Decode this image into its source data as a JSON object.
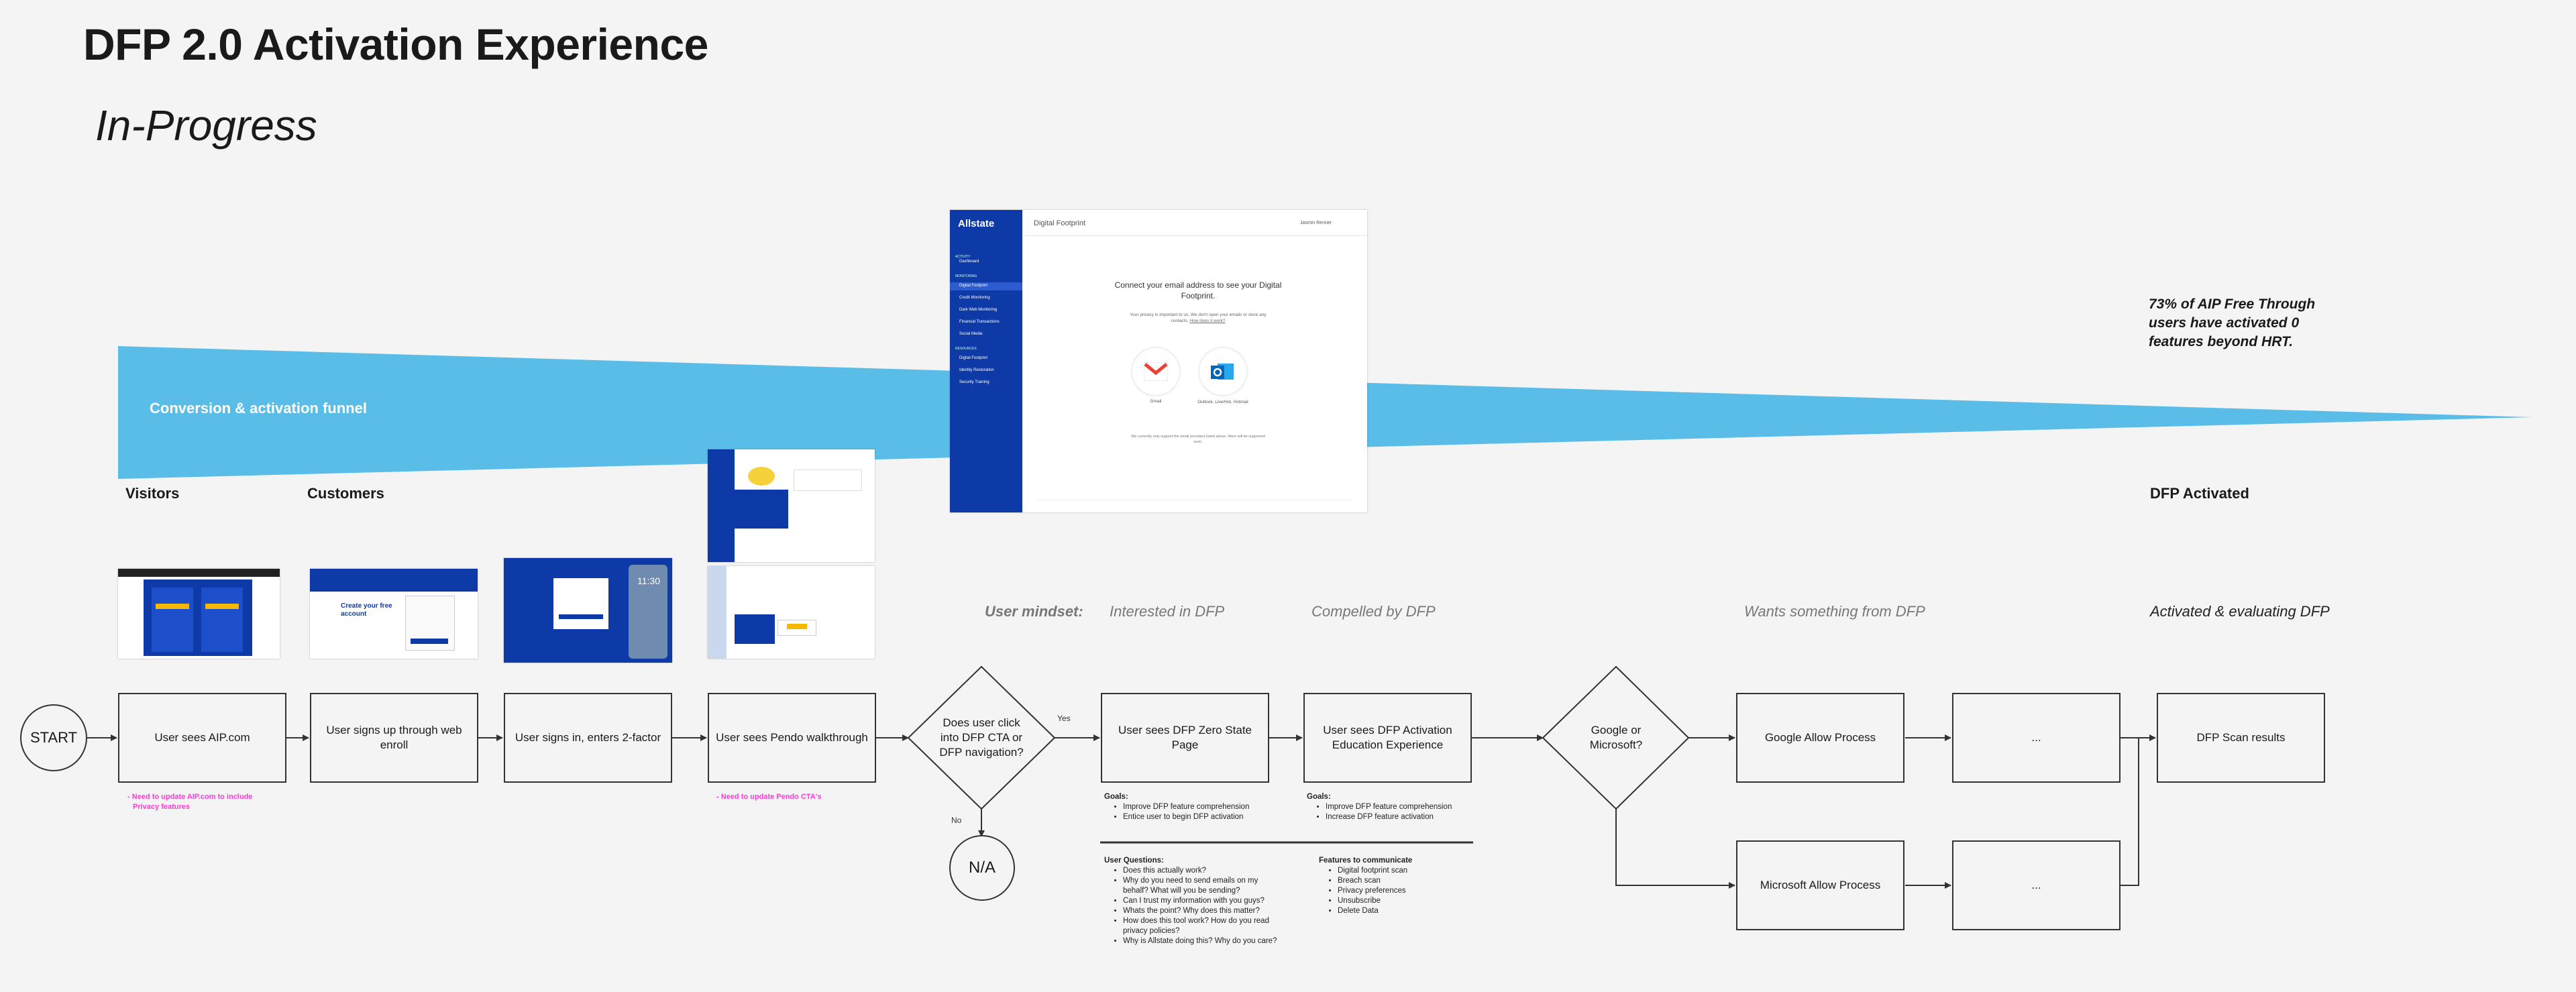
{
  "title": "DFP 2.0 Activation Experience",
  "subtitle": "In-Progress",
  "funnel": {
    "label": "Conversion & activation funnel",
    "color": "#5abde8"
  },
  "stages": {
    "visitors": "Visitors",
    "customers": "Customers",
    "activated": "DFP Activated"
  },
  "stat_note": "73% of AIP Free Through users have activated 0 features beyond HRT.",
  "mindset": {
    "label": "User mindset:",
    "interested": "Interested in DFP",
    "compelled": "Compelled by DFP",
    "wants": "Wants something from DFP",
    "activated": "Activated & evaluating DFP"
  },
  "flow": {
    "start": "START",
    "sees_aip": "User sees AIP.com",
    "signs_up": "User signs up through web enroll",
    "signs_in": "User signs in, enters 2-factor",
    "pendo": "User sees Pendo walkthrough",
    "decision_click": "Does user click into DFP CTA or DFP navigation?",
    "yes": "Yes",
    "no": "No",
    "na": "N/A",
    "zero_state": "User sees DFP Zero State Page",
    "education": "User sees DFP Activation Education Experience",
    "decision_provider": "Google or Microsoft?",
    "google": "Google Allow Process",
    "microsoft": "Microsoft Allow Process",
    "ellipsis_top": "...",
    "ellipsis_bottom": "...",
    "scan_results": "DFP Scan results"
  },
  "todos": {
    "aip": "Need to update AIP.com to include Privacy features",
    "pendo": "Need to update Pendo CTA's"
  },
  "notes": {
    "zero_goals_title": "Goals:",
    "zero_goals": [
      "Improve DFP feature comprehension",
      "Entice user to begin DFP activation"
    ],
    "edu_goals_title": "Goals:",
    "edu_goals": [
      "Improve DFP feature comprehension",
      "Increase DFP feature activation"
    ],
    "questions_title": "User Questions:",
    "questions": [
      "Does this actually work?",
      "Why do you need to send emails on my behalf? What will you be sending?",
      "Can I trust my information with you guys?",
      "Whats the point? Why does this matter?",
      "How does this tool work? How do you read privacy policies?",
      "Why is Allstate doing this? Why do you care?"
    ],
    "features_title": "Features to communicate",
    "features": [
      "Digital footprint scan",
      "Breach scan",
      "Privacy preferences",
      "Unsubscribe",
      "Delete Data"
    ]
  },
  "mockup": {
    "brand": "Allstate",
    "page_title": "Digital Footprint",
    "user": "Jasmin Renner",
    "sidebar_sections": [
      "ACTIVITY",
      "MONITORING",
      "RESOURCES"
    ],
    "sidebar_items": [
      "Dashboard",
      "Digital Footprint",
      "Credit Monitoring",
      "Dark Web Monitoring",
      "Financial Transactions",
      "Social Media",
      "Digital Footprint",
      "Identity Restoration",
      "Security Training"
    ],
    "heading": "Connect your email address to see your Digital Footprint.",
    "body": "Your privacy is important to us. We don't open your emails or store any contacts.",
    "link": "How does it work?",
    "gmail_label": "Gmail",
    "outlook_label": "Outlook, Live/Hot, Hotmail",
    "footnote": "We currently only support the email providers listed above. More will be supported soon."
  },
  "thumbs": {
    "enroll_heading": "Create your free account",
    "signin_time": "11:30"
  }
}
